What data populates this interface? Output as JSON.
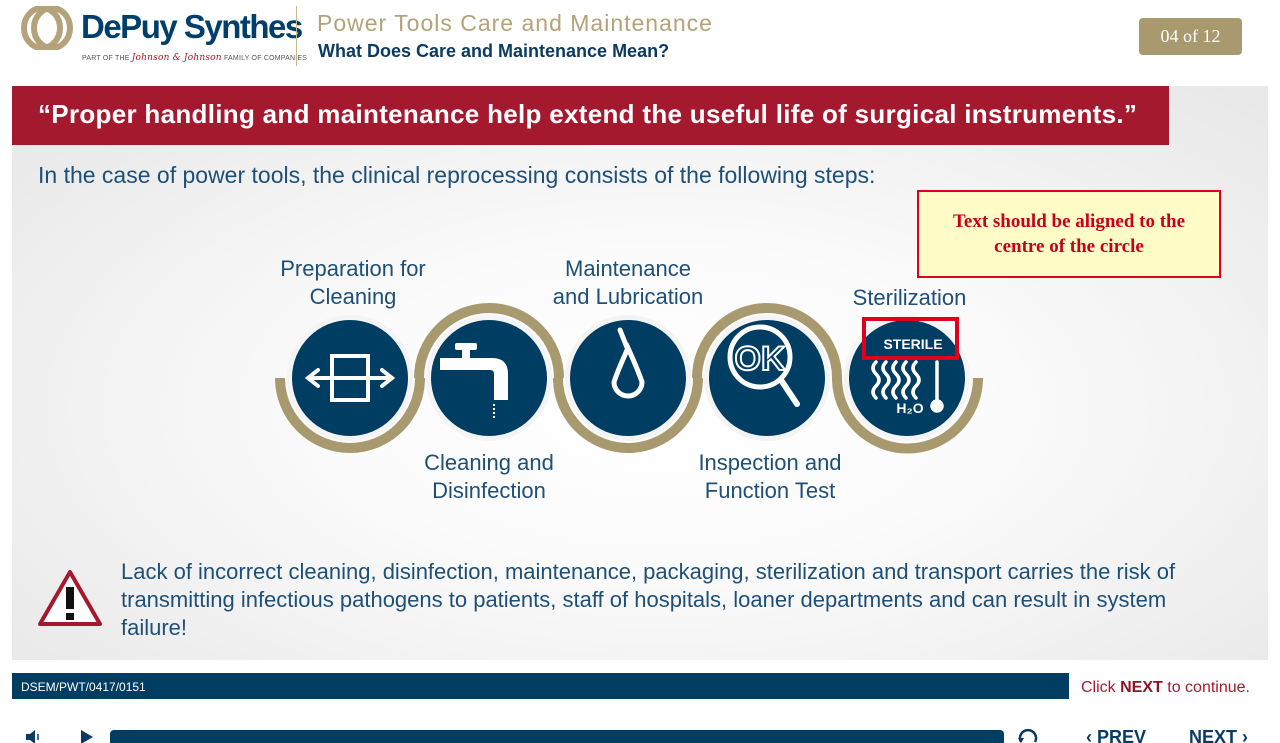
{
  "header": {
    "brand": "DePuy Synthes",
    "brand_sub_prefix": "PART OF THE",
    "brand_sub_company": "Johnson & Johnson",
    "brand_sub_suffix": "FAMILY OF COMPANIES",
    "course_title": "Power Tools Care and Maintenance",
    "page_subtitle": "What Does Care and Maintenance Mean?",
    "page_counter": "04 of 12"
  },
  "quote": "“Proper handling and maintenance help extend the useful life of surgical instruments.”",
  "intro": "In the case of power tools, the clinical reprocessing consists of the following steps:",
  "review_note": {
    "line1": "Text should be aligned to the",
    "line2": "centre of the circle"
  },
  "steps": [
    {
      "line1": "Preparation for",
      "line2": "Cleaning",
      "icon": "preparation-arrows-icon"
    },
    {
      "line1": "Cleaning and",
      "line2": "Disinfection",
      "icon": "faucet-icon"
    },
    {
      "line1": "Maintenance",
      "line2": "and Lubrication",
      "icon": "oil-drop-icon"
    },
    {
      "line1": "Inspection and",
      "line2": "Function Test",
      "icon": "inspection-ok-icon"
    },
    {
      "line1": "Sterilization",
      "line2": "",
      "icon": "sterile-steam-icon",
      "badge": "STERILE",
      "formula": "H₂O"
    }
  ],
  "warning": "Lack of incorrect cleaning, disinfection, maintenance, packaging, sterilization and transport carries the risk of transmitting infectious pathogens to patients, staff of hospitals, loaner departments and can result in system failure!",
  "footer": {
    "doc_code": "DSEM/PWT/0417/0151",
    "hint_prefix": "Click",
    "hint_bold": "NEXT",
    "hint_suffix": "to continue."
  },
  "controls": {
    "prev": "PREV",
    "next": "NEXT"
  },
  "colors": {
    "navy": "#003d63",
    "crimson": "#a5192f",
    "gold": "#a89a6e",
    "text_blue": "#1e4f78"
  }
}
